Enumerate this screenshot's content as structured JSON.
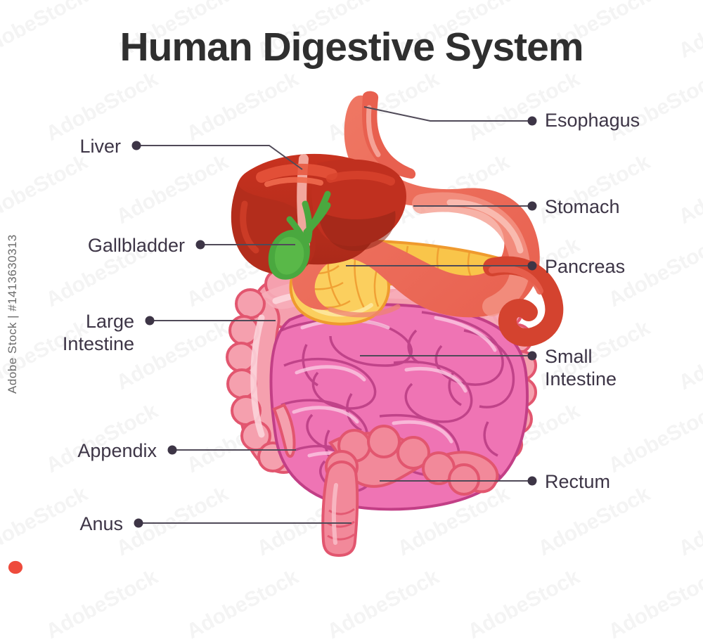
{
  "page": {
    "title": "Human Digestive System",
    "background_color": "#ffffff",
    "title_color": "#2f2f2f",
    "label_color": "#3d3546",
    "leader_color": "#504a58"
  },
  "labels": {
    "esophagus": "Esophagus",
    "stomach": "Stomach",
    "pancreas": "Pancreas",
    "small_intestine": "Small\nIntestine",
    "rectum": "Rectum",
    "liver": "Liver",
    "gallbladder": "Gallbladder",
    "large_intestine": "Large\nIntestine",
    "appendix": "Appendix",
    "anus": "Anus"
  },
  "organs": [
    {
      "name": "esophagus",
      "color": "#e8604f",
      "side": "right"
    },
    {
      "name": "stomach",
      "color": "#ef6a57",
      "side": "right"
    },
    {
      "name": "pancreas",
      "color": "#f9c54a",
      "side": "right"
    },
    {
      "name": "small-intestine",
      "color": "#ef74b4",
      "side": "right"
    },
    {
      "name": "rectum",
      "color": "#f2899a",
      "side": "right"
    },
    {
      "name": "liver",
      "color": "#c0301f",
      "side": "left"
    },
    {
      "name": "gallbladder",
      "color": "#4aa83f",
      "side": "left"
    },
    {
      "name": "large-intestine",
      "color": "#f5a0ae",
      "side": "left"
    },
    {
      "name": "appendix",
      "color": "#f2899a",
      "side": "left"
    },
    {
      "name": "anus",
      "color": "#f2899a",
      "side": "left"
    }
  ],
  "watermark": {
    "side_text": "Adobe Stock | #1413630313",
    "tile_text": "AdobeStock"
  }
}
